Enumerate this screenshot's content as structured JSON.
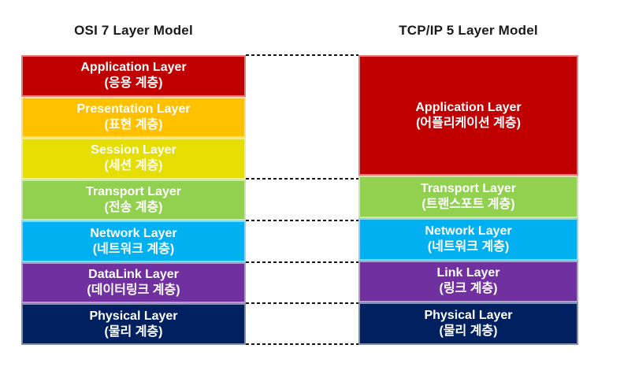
{
  "diagram": {
    "left": {
      "title": "OSI 7 Layer Model",
      "layers": [
        {
          "en": "Application Layer",
          "ko": "(응용 계층)",
          "color": "#C00000"
        },
        {
          "en": "Presentation Layer",
          "ko": "(표현 계층)",
          "color": "#FFC000"
        },
        {
          "en": "Session Layer",
          "ko": "(세션 계층)",
          "color": "#E5DE00"
        },
        {
          "en": "Transport Layer",
          "ko": "(전송 계층)",
          "color": "#92D050"
        },
        {
          "en": "Network Layer",
          "ko": "(네트워크 계층)",
          "color": "#00B0F0"
        },
        {
          "en": "DataLink Layer",
          "ko": "(데이터링크 계층)",
          "color": "#7030A0"
        },
        {
          "en": "Physical Layer",
          "ko": "(물리 계층)",
          "color": "#002060"
        }
      ]
    },
    "right": {
      "title": "TCP/IP 5 Layer Model",
      "layers": [
        {
          "en": "Application Layer",
          "ko": "(어플리케이션 계층)",
          "color": "#C00000"
        },
        {
          "en": "Transport Layer",
          "ko": "(트랜스포트 계층)",
          "color": "#92D050"
        },
        {
          "en": "Network Layer",
          "ko": "(네트워크 계층)",
          "color": "#00B0F0"
        },
        {
          "en": "Link Layer",
          "ko": "(링크 계층)",
          "color": "#7030A0"
        },
        {
          "en": "Physical Layer",
          "ko": "(물리 계층)",
          "color": "#002060"
        }
      ]
    },
    "connector": {
      "line_color": "#151515",
      "style": "dashed"
    }
  }
}
